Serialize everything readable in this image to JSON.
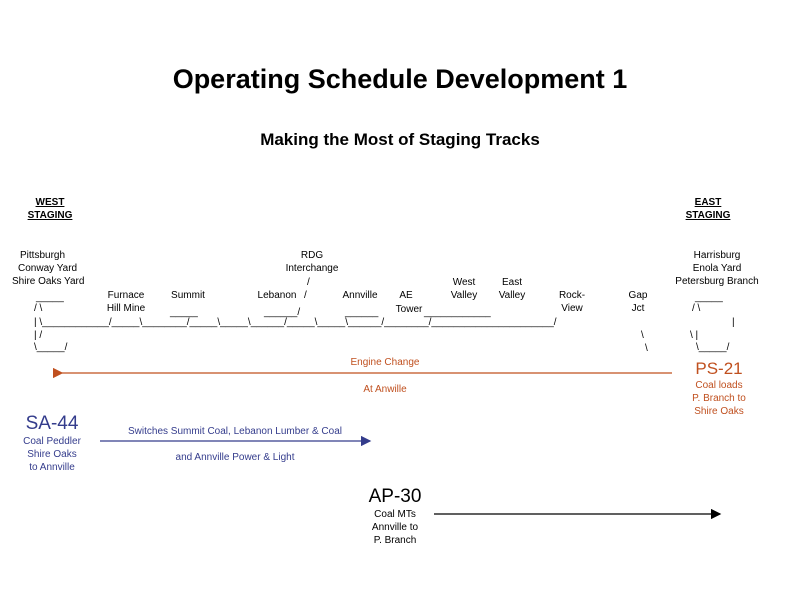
{
  "title": "Operating Schedule Development 1",
  "subtitle": "Making the Most of Staging Tracks",
  "west_staging": {
    "line1": "WEST",
    "line2": "STAGING"
  },
  "east_staging": {
    "line1": "EAST",
    "line2": "STAGING"
  },
  "west_yards": [
    "Pittsburgh",
    "Conway Yard",
    "Shire Oaks Yard"
  ],
  "east_yards": [
    "Harrisburg",
    "Enola Yard",
    "Petersburg Branch"
  ],
  "stations": {
    "furnace_hill_mine": [
      "Furnace",
      "Hill Mine"
    ],
    "summit": "Summit",
    "rdg_interchange": [
      "RDG",
      "Interchange"
    ],
    "lebanon": "Lebanon",
    "annville": "Annville",
    "ae": "AE",
    "tower": "Tower",
    "west_valley": [
      "West",
      "Valley"
    ],
    "east_valley": [
      "East",
      "Valley"
    ],
    "rock_view": [
      "Rock-",
      "View"
    ],
    "gap_jct": [
      "Gap",
      "Jct"
    ]
  },
  "track_art": {
    "west_top": "_____",
    "west_row2": "/           \\",
    "west_row3": "|             \\____________/_____\\________/_____\\_____\\______/_____\\_____\\______/________/______________________/",
    "west_row4": "|           /",
    "west_row5": "\\_____/",
    "summit_top": "_____",
    "lebanon_slash": "/",
    "lebanon_track": "______/",
    "rdg_slash": "/",
    "annville_track": "______",
    "tower_track": "____________",
    "east_top": "_____",
    "east_row2": "/           \\",
    "east_row3": "|",
    "east_row4": "\\           |",
    "east_row5": "\\_____/",
    "gap_row4": "\\",
    "gap_row5": "\\"
  },
  "trains": {
    "ps21": {
      "code": "PS-21",
      "desc": [
        "Coal loads",
        "P. Branch to",
        "Shire Oaks"
      ],
      "note_top": "Engine Change",
      "note_bottom": "At Anwille",
      "color": "#c0501f"
    },
    "sa44": {
      "code": "SA-44",
      "desc": [
        "Coal Peddler",
        "Shire Oaks",
        "to Annville"
      ],
      "note_top": "Switches Summit Coal, Lebanon Lumber & Coal",
      "note_bottom": "and Annville Power & Light",
      "color": "#343c8c"
    },
    "ap30": {
      "code": "AP-30",
      "desc": [
        "Coal MTs",
        "Annville to",
        "P. Branch"
      ],
      "color": "#000000"
    }
  }
}
